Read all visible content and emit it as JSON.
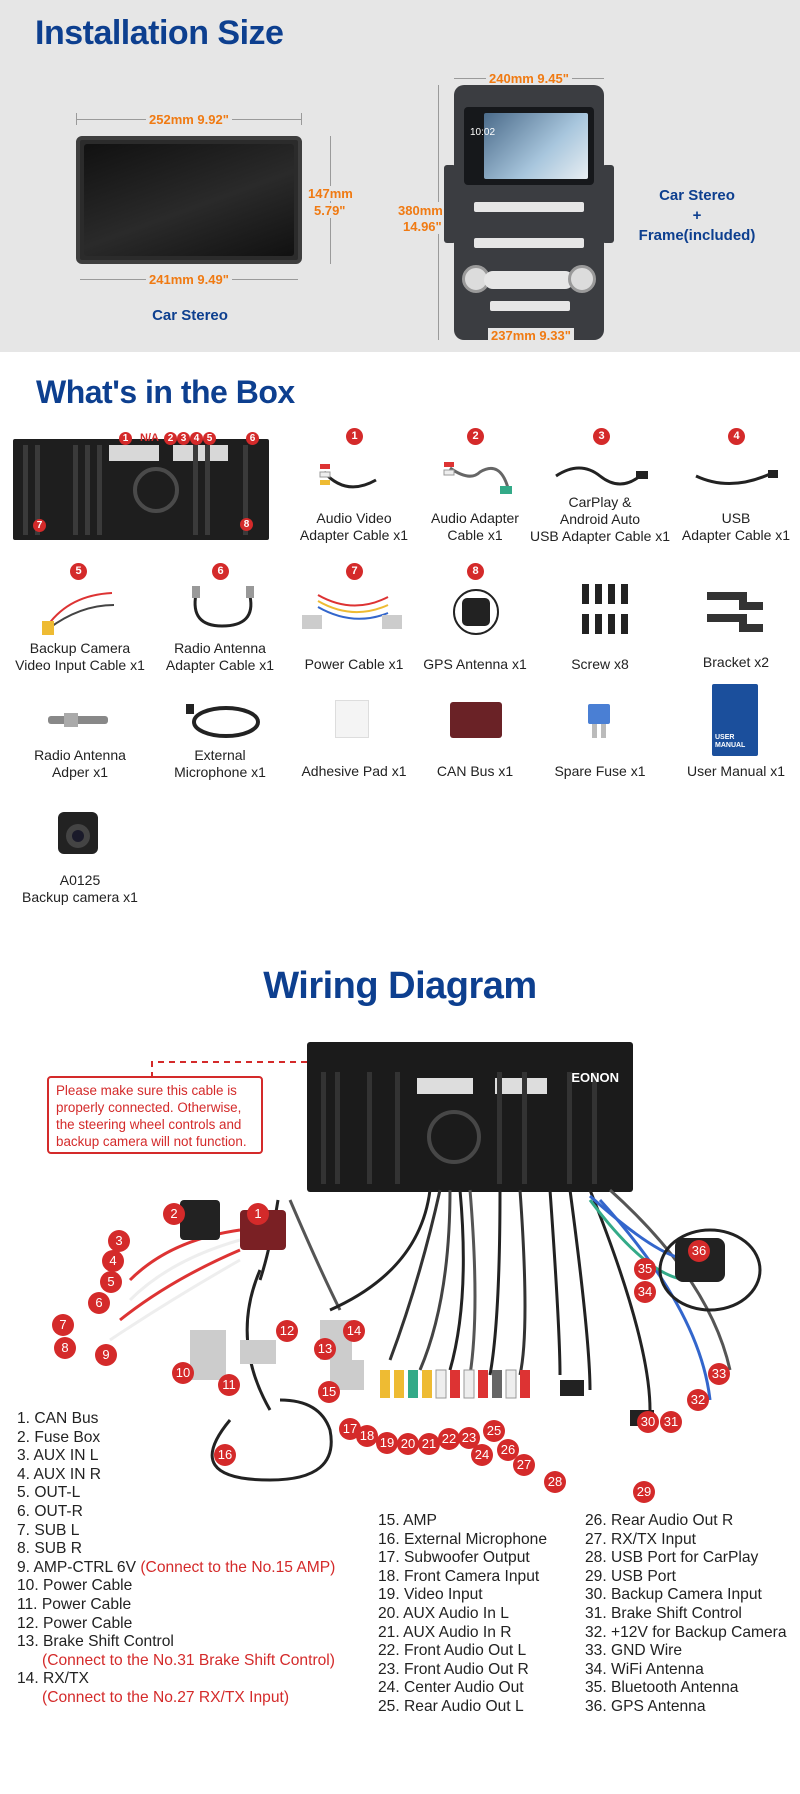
{
  "installation": {
    "title": "Installation Size",
    "stereo": {
      "width_top": "252mm 9.92\"",
      "width_bottom": "241mm 9.49\"",
      "height_mm": "147mm",
      "height_in": "5.79\"",
      "caption": "Car Stereo"
    },
    "frame": {
      "width_top": "240mm 9.45\"",
      "width_bottom": "237mm  9.33\"",
      "height_mm": "380mm",
      "height_in": "14.96\"",
      "screen_clock": "10:02",
      "caption_line1": "Car Stereo",
      "caption_line2": "+",
      "caption_line3": "Frame(included)"
    }
  },
  "box": {
    "title": "What's in the Box",
    "unit_tag": "N/A",
    "items": [
      {
        "num": "1",
        "label": "Audio Video\nAdapter Cable x1"
      },
      {
        "num": "2",
        "label": "Audio Adapter\nCable x1"
      },
      {
        "num": "3",
        "label": "CarPlay &\nAndroid Auto\nUSB Adapter Cable x1"
      },
      {
        "num": "4",
        "label": "USB\nAdapter Cable x1"
      },
      {
        "num": "5",
        "label": "Backup Camera\nVideo Input Cable x1"
      },
      {
        "num": "6",
        "label": "Radio Antenna\nAdapter Cable x1"
      },
      {
        "num": "7",
        "label": "Power Cable x1"
      },
      {
        "num": "8",
        "label": "GPS Antenna x1"
      },
      {
        "num": "",
        "label": "Screw x8"
      },
      {
        "num": "",
        "label": "Bracket x2"
      },
      {
        "num": "",
        "label": "Radio Antenna\nAdper x1"
      },
      {
        "num": "",
        "label": "External\nMicrophone x1"
      },
      {
        "num": "",
        "label": "Adhesive Pad x1"
      },
      {
        "num": "",
        "label": "CAN Bus x1"
      },
      {
        "num": "",
        "label": "Spare Fuse x1"
      },
      {
        "num": "",
        "label": "User Manual x1"
      },
      {
        "num": "",
        "label": "A0125\nBackup camera x1"
      }
    ],
    "manual_cover_text": "USER\nMANUAL"
  },
  "wiring": {
    "title": "Wiring Diagram",
    "brand": "EONON",
    "warning": "Please make sure this cable is properly connected. Otherwise, the steering wheel controls and backup camera will not function.",
    "legend_col1": [
      {
        "text": "1. CAN Bus"
      },
      {
        "text": "2. Fuse Box"
      },
      {
        "text": "3. AUX IN L"
      },
      {
        "text": "4. AUX IN R"
      },
      {
        "text": "5. OUT-L"
      },
      {
        "text": "6. OUT-R"
      },
      {
        "text": "7. SUB L"
      },
      {
        "text": "8. SUB R"
      },
      {
        "text": "9. AMP-CTRL 6V",
        "note": "(Connect to the No.15 AMP)"
      },
      {
        "text": "10. Power Cable"
      },
      {
        "text": "11. Power Cable"
      },
      {
        "text": "12. Power Cable"
      },
      {
        "text": "13. Brake Shift Control",
        "subnote": "(Connect to the No.31 Brake Shift Control)"
      },
      {
        "text": "14. RX/TX",
        "subnote": "(Connect to the No.27 RX/TX Input)"
      }
    ],
    "legend_col2": [
      "15. AMP",
      "16. External Microphone",
      "17. Subwoofer Output",
      "18. Front Camera Input",
      "19. Video Input",
      "20. AUX Audio In L",
      "21. AUX Audio In R",
      "22. Front Audio Out L",
      "23. Front Audio Out R",
      "24. Center Audio Out",
      "25. Rear Audio Out L"
    ],
    "legend_col3": [
      "26. Rear Audio Out R",
      "27. RX/TX Input",
      "28. USB Port for CarPlay",
      "29. USB Port",
      "30. Backup Camera Input",
      "31. Brake Shift Control",
      "32. +12V for Backup Camera",
      "33. GND Wire",
      "34. WiFi Antenna",
      "35. Bluetooth Antenna",
      "36. GPS Antenna"
    ]
  }
}
